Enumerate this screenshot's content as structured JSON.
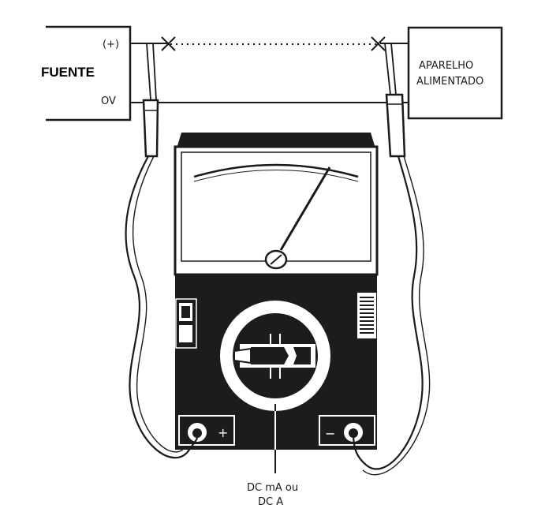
{
  "source_block": {
    "label": "FUENTE",
    "terminal_positive": "(+)",
    "terminal_ground": "OV"
  },
  "load_block": {
    "label_line1": "APARELHO",
    "label_line2": "ALIMENTADO"
  },
  "meter": {
    "plus_symbol": "+",
    "minus_symbol": "−",
    "range_label_line1": "DC mA ou",
    "range_label_line2": "DC A"
  },
  "colors": {
    "ink": "#1a1a1a",
    "panel": "#1c1c1c",
    "paper": "#ffffff"
  }
}
